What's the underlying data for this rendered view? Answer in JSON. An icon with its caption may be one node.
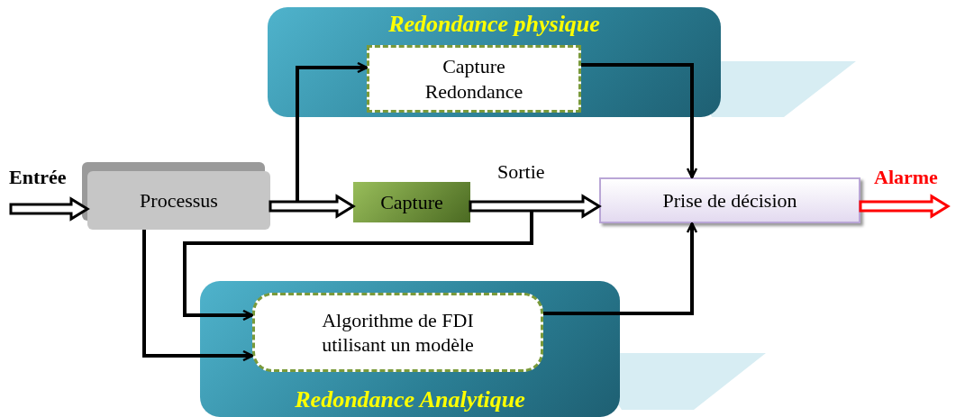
{
  "diagram": {
    "nodes": [
      {
        "text": [
          "Redondance physique"
        ]
      },
      {
        "text": [
          "Capture Redondance"
        ],
        "in": 0
      },
      {
        "text": [
          "Processus"
        ]
      },
      {
        "text": [
          "Capture"
        ]
      },
      {
        "text": [
          "Prise de décision"
        ]
      },
      {
        "text": [
          "Redondance Analytique"
        ]
      },
      {
        "text": [
          "Algorithme de FDI utilisant un modèle"
        ],
        "in": 5
      }
    ],
    "edges": [
      {
        "from": null,
        "to": 2,
        "arrow": "to",
        "label": "Entrée",
        "style": "thick"
      },
      {
        "from": 2,
        "to": 3,
        "arrow": "to",
        "style": "thick"
      },
      {
        "from": 3,
        "to": 4,
        "arrow": "to",
        "label": "Sortie",
        "style": "thick"
      },
      {
        "from": 4,
        "to": null,
        "arrow": "to",
        "label": "Alarme",
        "style": "thick",
        "color": "#ff0000"
      },
      {
        "from": 2,
        "to": 1,
        "arrow": "to"
      },
      {
        "from": 1,
        "to": 4,
        "arrow": "to"
      },
      {
        "from": 3,
        "to": 6,
        "arrow": "to"
      },
      {
        "from": 2,
        "to": 6,
        "arrow": "to"
      },
      {
        "from": 6,
        "to": 4,
        "arrow": "to"
      }
    ]
  }
}
